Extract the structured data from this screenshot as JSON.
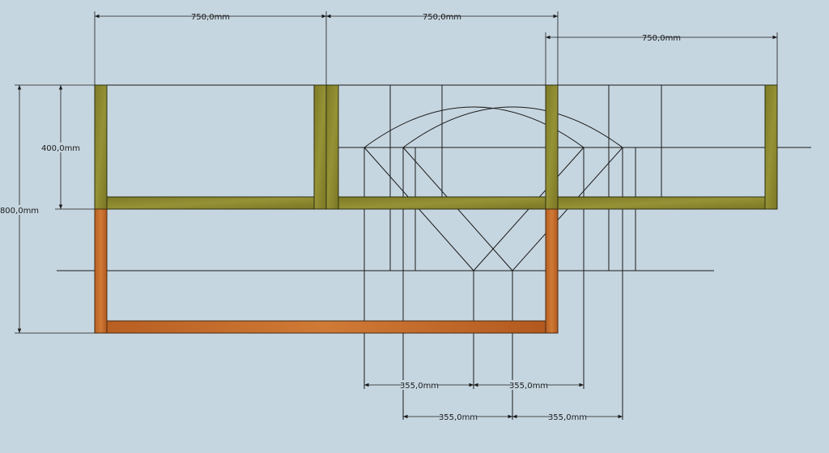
{
  "dimensions": {
    "top_left": "750,0mm",
    "top_middle": "750,0mm",
    "top_right": "750,0mm",
    "height_upper": "400,0mm",
    "height_total": "800,0mm",
    "bottom_row1_left": "355,0mm",
    "bottom_row1_right": "355,0mm",
    "bottom_row2_left": "355,0mm",
    "bottom_row2_right": "355,0mm"
  },
  "colors": {
    "background": "#c6d6e0",
    "olive_panel": "#8a8a2e",
    "wood_panel": "#c06a2a",
    "line": "#1a1a1a"
  }
}
